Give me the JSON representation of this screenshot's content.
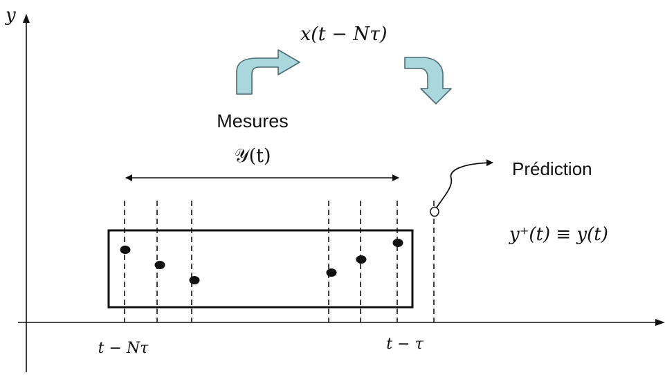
{
  "axes": {
    "y_label": "y"
  },
  "labels": {
    "state": "x(t − Nτ)",
    "measures": "Mesures",
    "measures_set": "𝒴(t)",
    "prediction": "Prédiction",
    "equation": "y⁺(t) ≡ y(t)",
    "tick_start": "t − Nτ",
    "tick_end": "t − τ"
  },
  "colors": {
    "arrow_fill": "#a9d7dc",
    "arrow_stroke": "#4b6a73",
    "ink": "#111111"
  }
}
